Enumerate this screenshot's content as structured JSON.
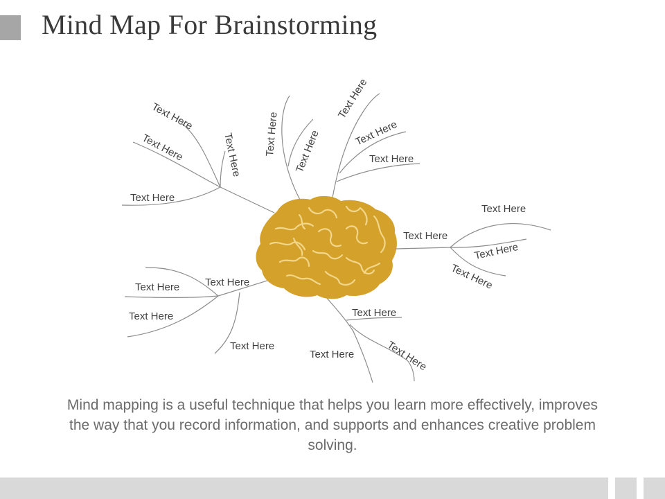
{
  "slide": {
    "title": "Mind Map For Brainstorming",
    "caption": "Mind mapping is a useful technique that helps you learn more effectively, improves the way that you record information, and supports and enhances creative problem solving."
  },
  "mindmap": {
    "center": {
      "icon": "brain-icon",
      "color": "#d4a12a",
      "fold_color": "#f2d68a"
    },
    "labels": [
      "Text Here",
      "Text Here",
      "Text Here",
      "Text Here",
      "Text Here",
      "Text Here",
      "Text Here",
      "Text Here",
      "Text Here",
      "Text Here",
      "Text Here",
      "Text Here",
      "Text Here",
      "Text Here",
      "Text Here",
      "Text Here",
      "Text Here",
      "Text Here",
      "Text Here",
      "Text Here"
    ]
  },
  "colors": {
    "title": "#3a3a3a",
    "accent": "#a6a6a6",
    "footer": "#d9d9d9",
    "line": "#8c8c8c"
  }
}
